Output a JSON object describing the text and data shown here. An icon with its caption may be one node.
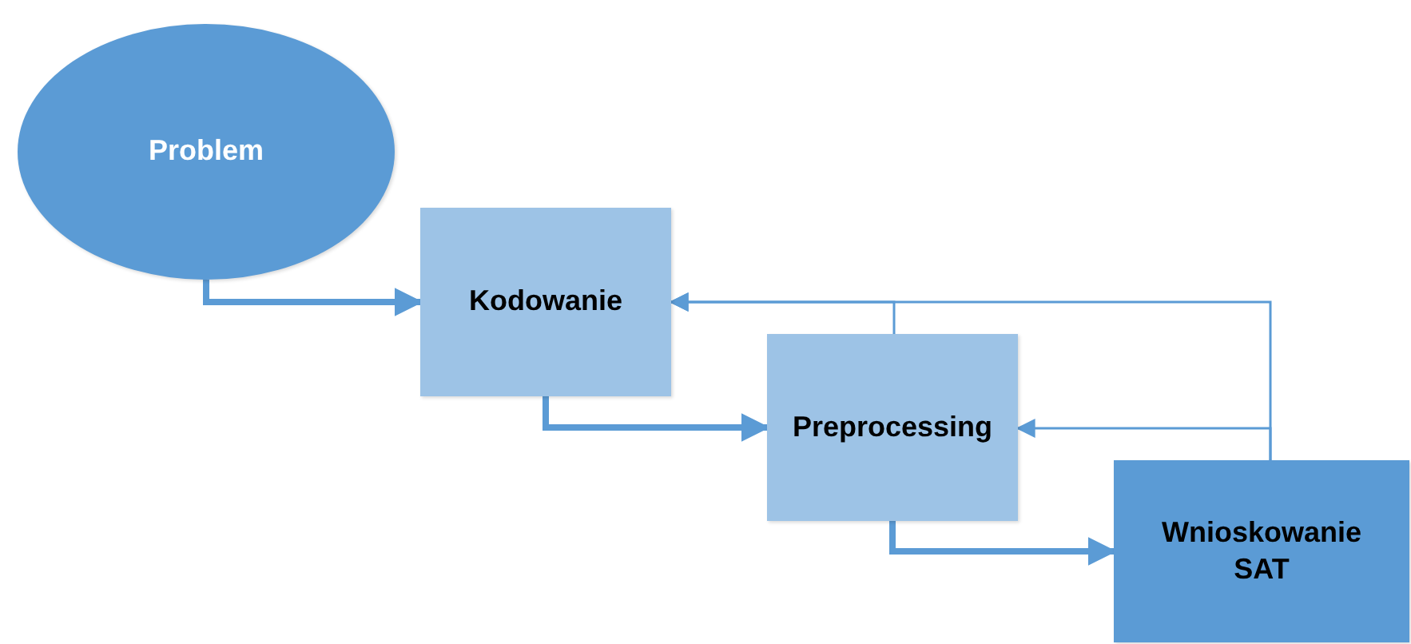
{
  "diagram": {
    "nodes": [
      {
        "text": [
          "Problem"
        ]
      },
      {
        "text": [
          "Kodowanie"
        ]
      },
      {
        "text": [
          "Preprocessing"
        ]
      },
      {
        "text": [
          "Wnioskowanie SAT"
        ]
      }
    ],
    "edges": [
      {
        "from": 0,
        "to": 1,
        "arrow": "to",
        "style": "thick"
      },
      {
        "from": 1,
        "to": 2,
        "arrow": "to",
        "style": "thick"
      },
      {
        "from": 2,
        "to": 3,
        "arrow": "to",
        "style": "thick"
      },
      {
        "from": 2,
        "to": 1,
        "arrow": "to"
      },
      {
        "from": 3,
        "to": 1,
        "arrow": "to"
      },
      {
        "from": 3,
        "to": 2,
        "arrow": "to"
      }
    ]
  }
}
